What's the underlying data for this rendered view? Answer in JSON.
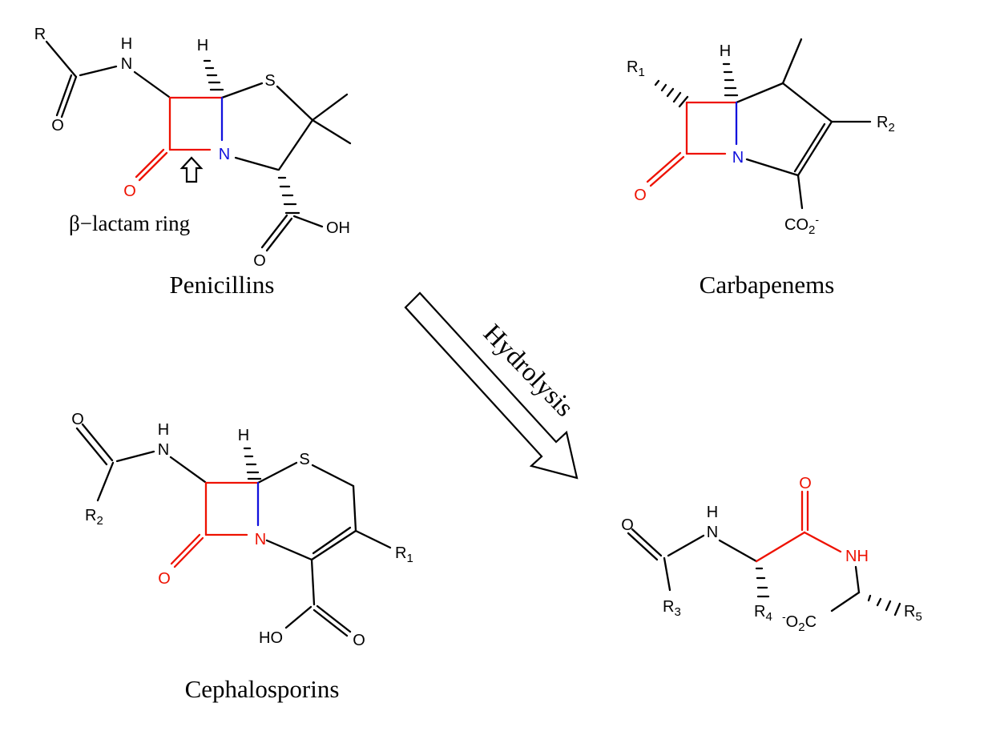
{
  "colors": {
    "highlight_red": "#ee1100",
    "highlight_blue": "#1111dd",
    "ink": "#000000",
    "background": "#ffffff"
  },
  "labels": {
    "penicillins": "Penicillins",
    "carbapenems": "Carbapenems",
    "cephalosporins": "Cephalosporins",
    "hydrolysis": "Hydrolysis",
    "beta_lactam_ring": "β−lactam ring"
  },
  "penicillin": {
    "r": "R",
    "amide_h": "H",
    "amide_n": "N",
    "amide_o": "O",
    "lactam_o": "O",
    "ring_n": "N",
    "stereo_h": "H",
    "s": "S",
    "acid_o": "O",
    "acid_oh": "OH"
  },
  "carbapenem": {
    "r1": "R",
    "r1_sub": "1",
    "stereo_h": "H",
    "ring_n": "N",
    "lactam_o": "O",
    "r2": "R",
    "r2_sub": "2",
    "co2": "CO",
    "co2_sub": "2",
    "co2_sup": "-",
    "methyl": ""
  },
  "cephalosporin": {
    "amide_o": "O",
    "r2": "R",
    "r2_sub": "2",
    "amide_h": "H",
    "amide_n": "N",
    "lactam_o": "O",
    "ring_n": "N",
    "stereo_h": "H",
    "s": "S",
    "r1": "R",
    "r1_sub": "1",
    "acid_ho": "HO",
    "acid_o": "O"
  },
  "product": {
    "amide_o": "O",
    "amide_h": "H",
    "amide_n": "N",
    "r3": "R",
    "r3_sub": "3",
    "r4": "R",
    "r4_sub": "4",
    "carbonyl_o": "O",
    "nh": "NH",
    "r5": "R",
    "r5_sub": "5",
    "carboxylate_sup": "-",
    "carboxylate_o": "O",
    "carboxylate_sub": "2",
    "carboxylate_c": "C"
  }
}
